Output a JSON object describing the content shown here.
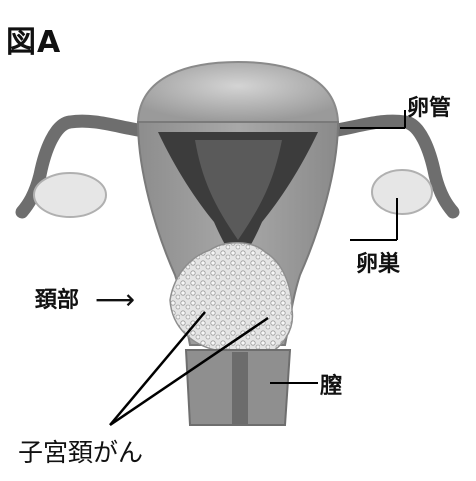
{
  "figure": {
    "title": "図A",
    "labels": {
      "fallopian_tube": "卵管",
      "ovary": "卵巣",
      "cervix": "頚部",
      "cervix_arrow": "⟶",
      "vagina": "膣",
      "cervical_cancer": "子宮頚がん"
    }
  },
  "colors": {
    "organ_outer": "#a6a6a6",
    "organ_dark": "#5e5e5e",
    "cavity": "#3c3c3c",
    "tumor": "#e8e8e8",
    "ovary": "#e6e6e6",
    "leader_line": "#000000"
  }
}
